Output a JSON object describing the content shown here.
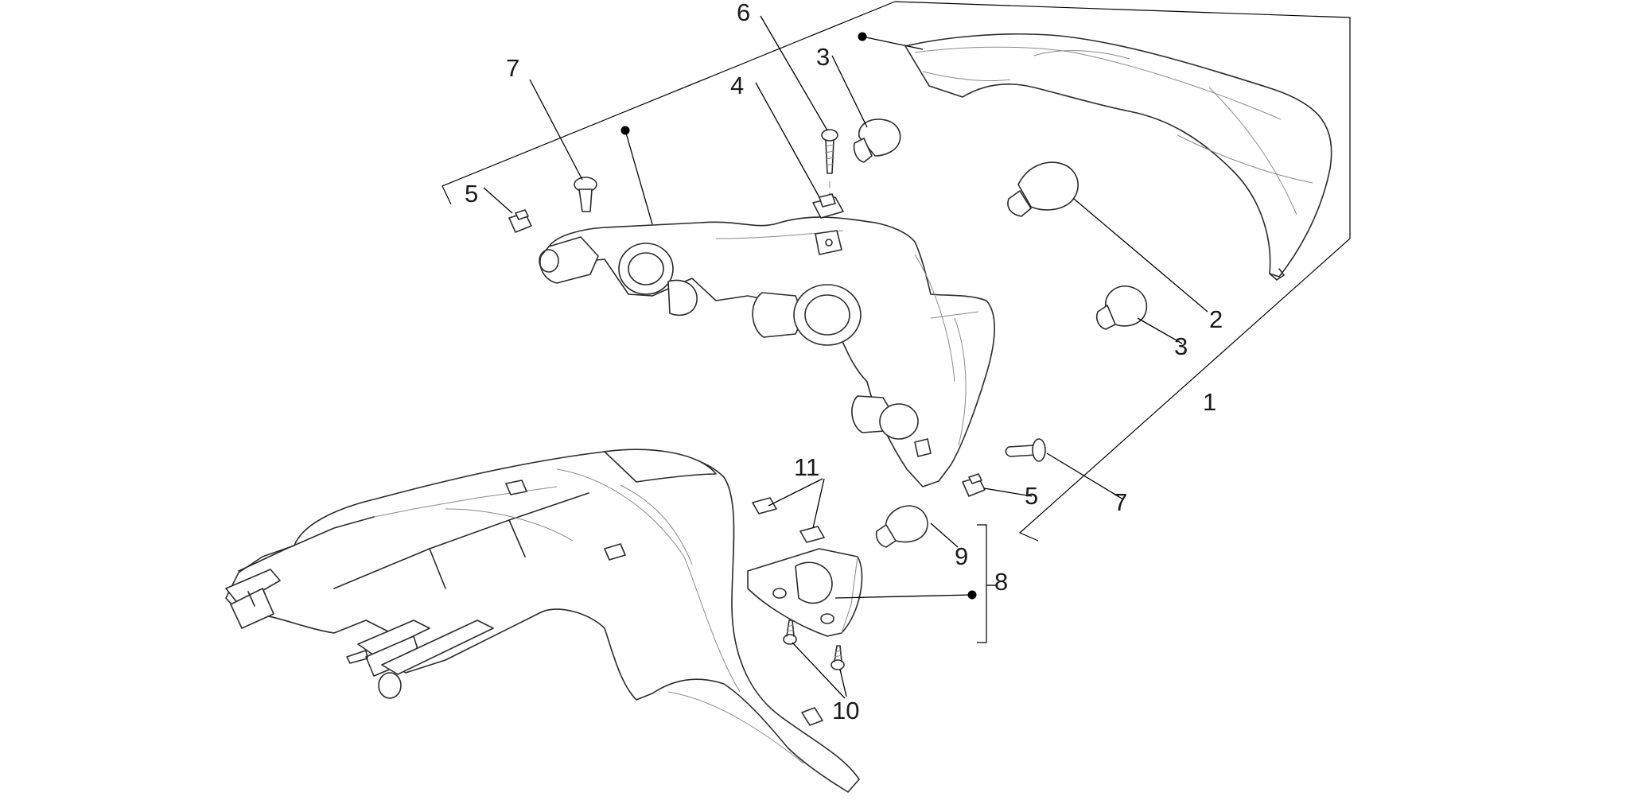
{
  "diagram": {
    "type": "exploded-parts-view",
    "line_color": "#2b2b2b",
    "background": "#ffffff",
    "callouts": [
      {
        "id": "c1",
        "label": "1"
      },
      {
        "id": "c2",
        "label": "2"
      },
      {
        "id": "c3a",
        "label": "3"
      },
      {
        "id": "c3b",
        "label": "3"
      },
      {
        "id": "c4",
        "label": "4"
      },
      {
        "id": "c5a",
        "label": "5"
      },
      {
        "id": "c5b",
        "label": "5"
      },
      {
        "id": "c6",
        "label": "6"
      },
      {
        "id": "c7a",
        "label": "7"
      },
      {
        "id": "c7b",
        "label": "7"
      },
      {
        "id": "c8",
        "label": "8"
      },
      {
        "id": "c9",
        "label": "9"
      },
      {
        "id": "c10",
        "label": "10"
      },
      {
        "id": "c11",
        "label": "11"
      }
    ]
  }
}
